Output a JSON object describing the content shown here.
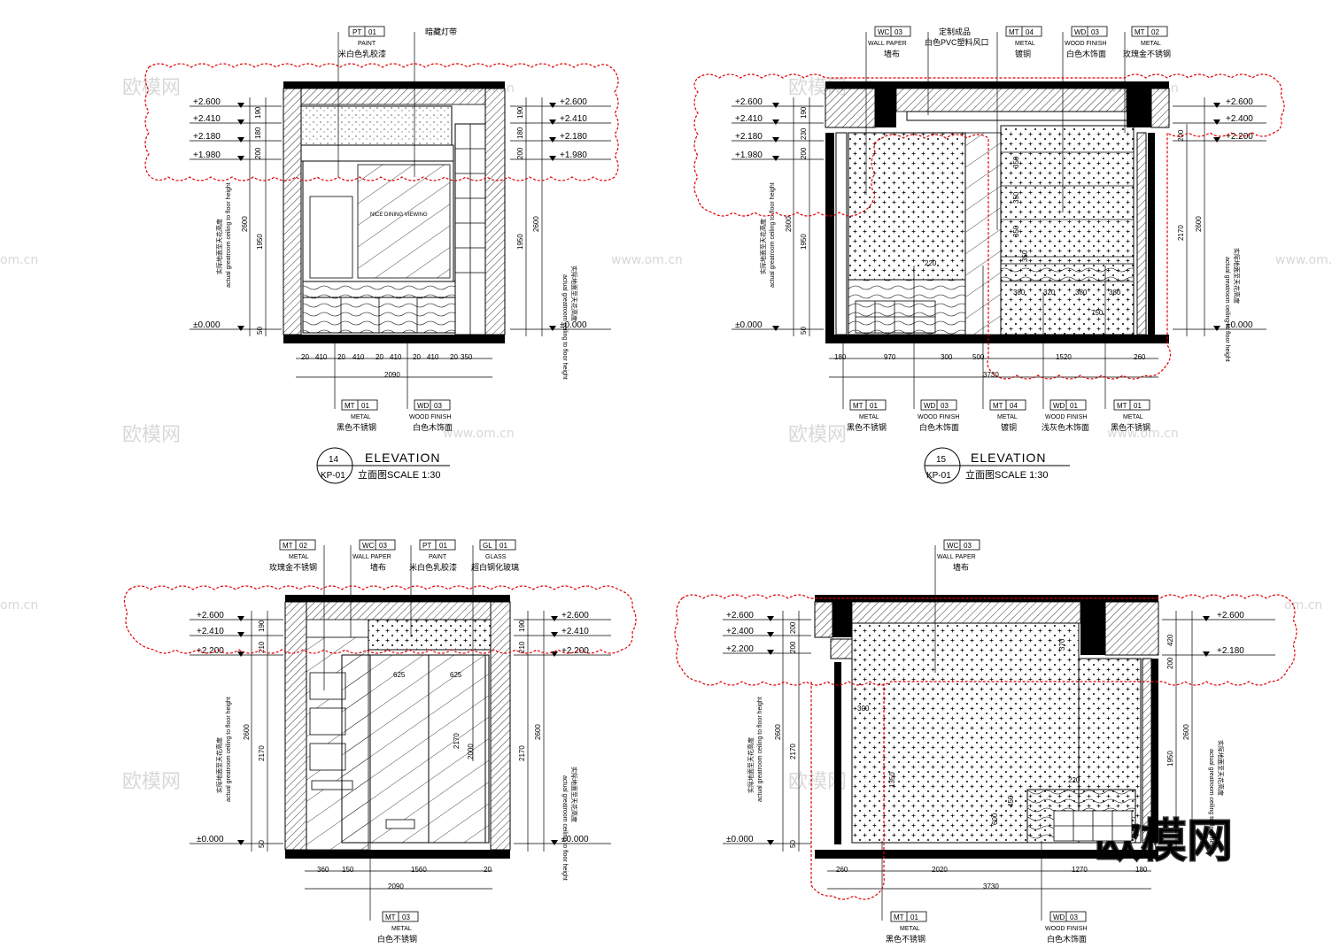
{
  "watermark": {
    "brand": "欧模网",
    "site": "www.om.cn",
    "domain_short": "om.cn",
    "logo": "欧模网"
  },
  "elevations": [
    {
      "title": "ELEVATION",
      "num": "14",
      "sheet": "KP-01",
      "scale": "立面图SCALE 1:30",
      "levels": [
        "+2.600",
        "+2.410",
        "+2.180",
        "+1.980",
        "±0.000"
      ],
      "dims_left": [
        "190",
        "180",
        "200",
        "2600",
        "1950",
        "50"
      ],
      "height_note_cn": "实际地面至天花高度",
      "height_note_en": "actual greatroom ceiling to floor height",
      "bottom_dims": [
        "20",
        "410",
        "20",
        "410",
        "20",
        "410",
        "20",
        "410",
        "20",
        "350",
        "2090"
      ],
      "tags_top": [
        {
          "code": "PT",
          "num": "01",
          "en": "PAINT",
          "cn": "米白色乳胶漆"
        },
        {
          "code": "",
          "num": "",
          "en": "",
          "cn": "暗藏灯带"
        }
      ],
      "tags_bottom": [
        {
          "code": "MT",
          "num": "01",
          "en": "METAL",
          "cn": "黑色不锈钢"
        },
        {
          "code": "WD",
          "num": "03",
          "en": "WOOD FINISH",
          "cn": "白色木饰面"
        }
      ],
      "sign": "NICE DINING VIEWING"
    },
    {
      "title": "ELEVATION",
      "num": "15",
      "sheet": "KP-01",
      "scale": "立面图SCALE 1:30",
      "levels_left": [
        "+2.600",
        "+2.410",
        "+2.180",
        "+1.980",
        "±0.000"
      ],
      "levels_right": [
        "+2.600",
        "+2.400",
        "+2.200",
        "±0.000"
      ],
      "dims_left": [
        "190",
        "230",
        "200",
        "2600",
        "1950",
        "50"
      ],
      "dims_right": [
        "200",
        "2170",
        "2600"
      ],
      "bottom_dims": [
        "180",
        "970",
        "300",
        "500",
        "1520",
        "260",
        "3730"
      ],
      "inner_dims": [
        "220",
        "380",
        "320",
        "380",
        "380",
        "750",
        "350",
        "350",
        "350",
        "350"
      ],
      "tags_top": [
        {
          "code": "WC",
          "num": "03",
          "en": "WALL PAPER",
          "cn": "墙布"
        },
        {
          "code": "",
          "num": "",
          "en": "定制成品",
          "cn": "白色PVC塑料风口"
        },
        {
          "code": "MT",
          "num": "04",
          "en": "METAL",
          "cn": "镀铜"
        },
        {
          "code": "WD",
          "num": "03",
          "en": "WOOD FINISH",
          "cn": "白色木饰面"
        },
        {
          "code": "MT",
          "num": "02",
          "en": "METAL",
          "cn": "玫瑰金不锈钢"
        }
      ],
      "tags_bottom": [
        {
          "code": "MT",
          "num": "01",
          "en": "METAL",
          "cn": "黑色不锈钢"
        },
        {
          "code": "WD",
          "num": "03",
          "en": "WOOD FINISH",
          "cn": "白色木饰面"
        },
        {
          "code": "MT",
          "num": "04",
          "en": "METAL",
          "cn": "镀铜"
        },
        {
          "code": "WD",
          "num": "01",
          "en": "WOOD FINISH",
          "cn": "浅灰色木饰面"
        },
        {
          "code": "MT",
          "num": "01",
          "en": "METAL",
          "cn": "黑色不锈钢"
        }
      ]
    },
    {
      "levels": [
        "+2.600",
        "+2.410",
        "+2.200",
        "±0.000"
      ],
      "dims_left": [
        "190",
        "210",
        "2600",
        "2170",
        "50"
      ],
      "bottom_dims": [
        "360",
        "150",
        "1560",
        "20",
        "2090"
      ],
      "inner_dims": [
        "625",
        "625",
        "2170",
        "2000"
      ],
      "tags_top": [
        {
          "code": "MT",
          "num": "02",
          "en": "METAL",
          "cn": "玫瑰金不锈钢"
        },
        {
          "code": "WC",
          "num": "03",
          "en": "WALL PAPER",
          "cn": "墙布"
        },
        {
          "code": "PT",
          "num": "01",
          "en": "PAINT",
          "cn": "米白色乳胶漆"
        },
        {
          "code": "GL",
          "num": "01",
          "en": "GLASS",
          "cn": "超白钢化玻璃"
        }
      ],
      "tags_bottom": [
        {
          "code": "MT",
          "num": "03",
          "en": "METAL",
          "cn": "白色不锈钢"
        }
      ]
    },
    {
      "levels_left": [
        "+2.600",
        "+2.400",
        "+2.200",
        "±0.000"
      ],
      "levels_right": [
        "+2.600",
        "+2.180"
      ],
      "dims_left": [
        "200",
        "200",
        "2600",
        "2170",
        "50"
      ],
      "dims_right": [
        "420",
        "200",
        "2600",
        "1950"
      ],
      "bottom_dims": [
        "260",
        "2020",
        "1270",
        "180",
        "3730"
      ],
      "inner_dims": [
        "300",
        "370",
        "220",
        "1350",
        "600",
        "450"
      ],
      "tags_top": [
        {
          "code": "WC",
          "num": "03",
          "en": "WALL PAPER",
          "cn": "墙布"
        }
      ],
      "tags_bottom": [
        {
          "code": "MT",
          "num": "01",
          "en": "METAL",
          "cn": "黑色不锈钢"
        },
        {
          "code": "WD",
          "num": "03",
          "en": "WOOD FINISH",
          "cn": "白色木饰面"
        }
      ]
    }
  ],
  "colors": {
    "line": "#000000",
    "revision": "#e00000",
    "watermark": "#d8d8d8"
  }
}
